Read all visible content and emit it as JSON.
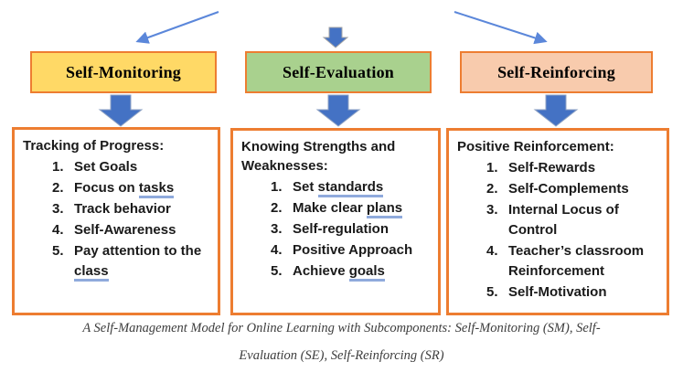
{
  "colors": {
    "header_yellow": "#FFD966",
    "header_green": "#A9D18E",
    "header_peach": "#F8CBAD",
    "border_orange": "#ED7D31",
    "block_arrow_blue": "#4472C4",
    "thin_arrow_blue": "#5B87DA",
    "underline_blue": "#8FAADC",
    "text_dark": "#1A1A1A"
  },
  "columns": [
    {
      "header": "Self-Monitoring",
      "header_bg": "#FFD966",
      "box_title": "Tracking of Progress:",
      "items": [
        {
          "text": "Set Goals"
        },
        {
          "text": "Focus on tasks",
          "underline": "tasks"
        },
        {
          "text": "Track behavior"
        },
        {
          "text": "Self-Awareness"
        },
        {
          "text": "Pay attention to the class",
          "underline": "class"
        }
      ]
    },
    {
      "header": "Self-Evaluation",
      "header_bg": "#A9D18E",
      "box_title": "Knowing Strengths and Weaknesses:",
      "items": [
        {
          "text": "Set standards",
          "underline": "standards"
        },
        {
          "text": "Make clear plans",
          "underline": "plans"
        },
        {
          "text": "Self-regulation"
        },
        {
          "text": "Positive Approach"
        },
        {
          "text": "Achieve goals",
          "underline": "goals"
        }
      ]
    },
    {
      "header": "Self-Reinforcing",
      "header_bg": "#F8CBAD",
      "box_title": "Positive Reinforcement:",
      "items": [
        {
          "text": "Self-Rewards"
        },
        {
          "text": "Self-Complements"
        },
        {
          "text": "Internal Locus of Control"
        },
        {
          "text": "Teacher’s classroom Reinforcement"
        },
        {
          "text": "Self-Motivation"
        }
      ]
    }
  ],
  "caption": {
    "line1": "A Self-Management Model for Online Learning with Subcomponents: Self-Monitoring (SM), Self-",
    "line2": "Evaluation (SE), Self-Reinforcing (SR)"
  }
}
